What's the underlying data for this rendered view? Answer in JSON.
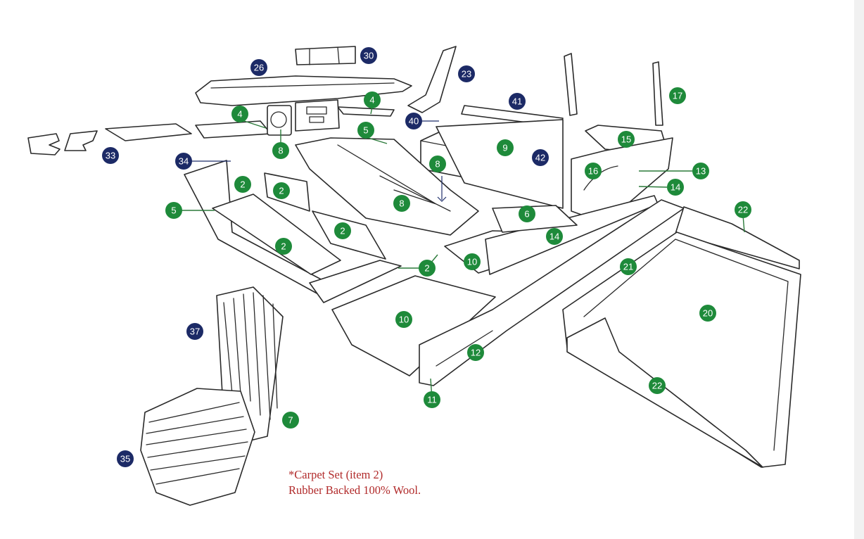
{
  "colors": {
    "green_badge": "#1e8a3a",
    "navy_badge": "#1c2a66",
    "note_text": "#b12a2a",
    "line_art": "#2a2a2a"
  },
  "badges": [
    {
      "label": "30",
      "kind": "navy"
    },
    {
      "label": "26",
      "kind": "navy"
    },
    {
      "label": "23",
      "kind": "navy"
    },
    {
      "label": "4",
      "kind": "green"
    },
    {
      "label": "4",
      "kind": "green"
    },
    {
      "label": "41",
      "kind": "navy"
    },
    {
      "label": "17",
      "kind": "green"
    },
    {
      "label": "40",
      "kind": "navy"
    },
    {
      "label": "5",
      "kind": "green"
    },
    {
      "label": "8",
      "kind": "green"
    },
    {
      "label": "9",
      "kind": "green"
    },
    {
      "label": "15",
      "kind": "green"
    },
    {
      "label": "33",
      "kind": "navy"
    },
    {
      "label": "34",
      "kind": "navy"
    },
    {
      "label": "42",
      "kind": "navy"
    },
    {
      "label": "8",
      "kind": "green"
    },
    {
      "label": "16",
      "kind": "green"
    },
    {
      "label": "13",
      "kind": "green"
    },
    {
      "label": "2",
      "kind": "green"
    },
    {
      "label": "2",
      "kind": "green"
    },
    {
      "label": "14",
      "kind": "green"
    },
    {
      "label": "8",
      "kind": "green"
    },
    {
      "label": "5",
      "kind": "green"
    },
    {
      "label": "22",
      "kind": "green"
    },
    {
      "label": "6",
      "kind": "green"
    },
    {
      "label": "2",
      "kind": "green"
    },
    {
      "label": "14",
      "kind": "green"
    },
    {
      "label": "2",
      "kind": "green"
    },
    {
      "label": "10",
      "kind": "green"
    },
    {
      "label": "2",
      "kind": "green"
    },
    {
      "label": "21",
      "kind": "green"
    },
    {
      "label": "20",
      "kind": "green"
    },
    {
      "label": "10",
      "kind": "green"
    },
    {
      "label": "37",
      "kind": "navy"
    },
    {
      "label": "12",
      "kind": "green"
    },
    {
      "label": "22",
      "kind": "green"
    },
    {
      "label": "11",
      "kind": "green"
    },
    {
      "label": "7",
      "kind": "green"
    },
    {
      "label": "35",
      "kind": "navy"
    }
  ],
  "note": {
    "line1": "*Carpet Set (item 2)",
    "line2": "Rubber Backed 100% Wool."
  }
}
